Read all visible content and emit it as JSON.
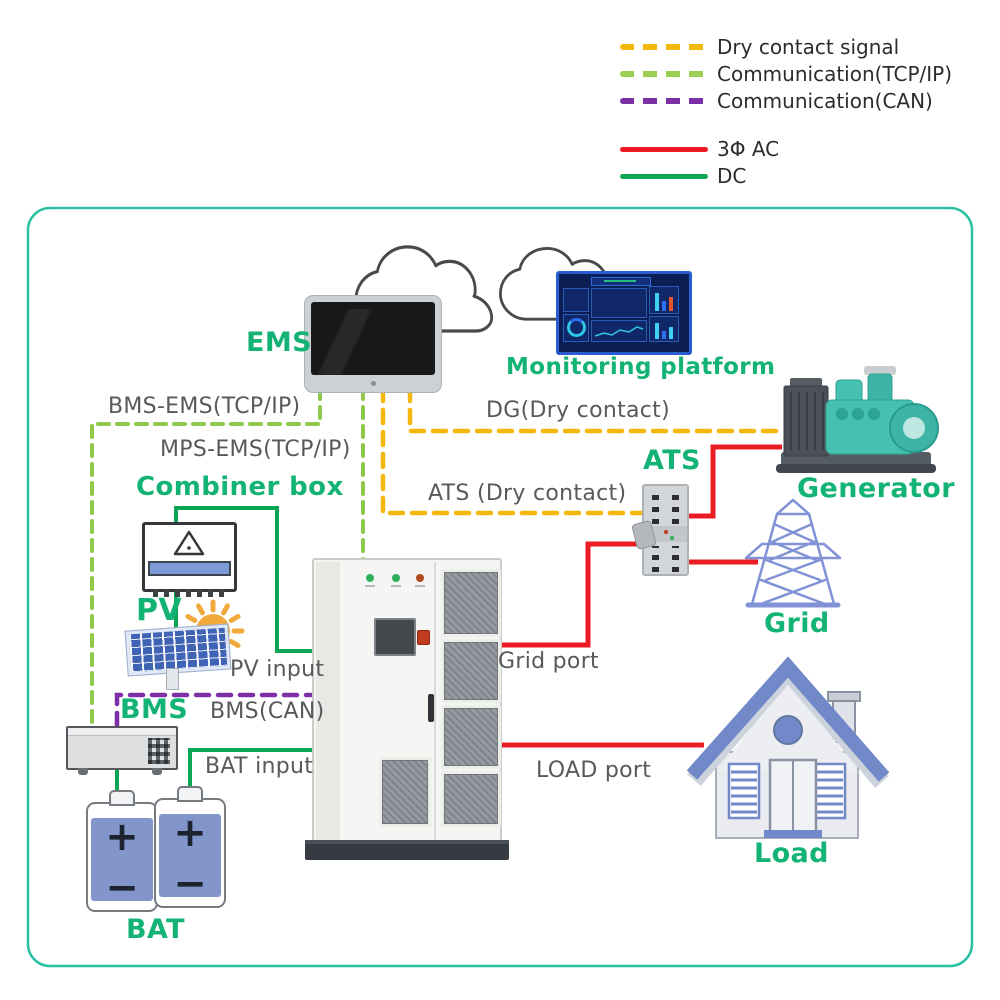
{
  "legend": {
    "items": [
      {
        "label": "Dry contact signal",
        "style": "dashed",
        "color": "#F4B80C"
      },
      {
        "label": "Communication(TCP/IP)",
        "style": "dashed",
        "color": "#9CCE52"
      },
      {
        "label": "Communication(CAN)",
        "style": "dashed",
        "color": "#7C2FA6"
      },
      {
        "label": "3Φ AC",
        "style": "solid",
        "color": "#EC1C24"
      },
      {
        "label": "DC",
        "style": "solid",
        "color": "#0BA653"
      }
    ]
  },
  "nodes": {
    "ems": "EMS",
    "monitoring": "Monitoring platform",
    "combiner": "Combiner box",
    "ats": "ATS",
    "generator": "Generator",
    "grid": "Grid",
    "pv": "PV",
    "bms": "BMS",
    "bat": "BAT",
    "load": "Load"
  },
  "connections": {
    "bms_ems": "BMS-EMS(TCP/IP)",
    "mps_ems": "MPS-EMS(TCP/IP)",
    "dg": "DG(Dry contact)",
    "ats_dry": "ATS (Dry contact)",
    "pv_input": "PV input",
    "grid_port": "Grid port",
    "bms_can": "BMS(CAN)",
    "bat_input": "BAT input",
    "load_port": "LOAD port"
  },
  "battery": {
    "plus": "+",
    "minus": "−"
  },
  "colors": {
    "accent_green": "#12B374",
    "diagram_border": "#2BC0A2",
    "dry_contact_yellow": "#F4B80C",
    "tcpip_green": "#8FC94A",
    "can_purple": "#7C2FA6",
    "ac_red": "#EC1C24",
    "dc_green": "#0BA653",
    "label_gray": "#58595C"
  }
}
